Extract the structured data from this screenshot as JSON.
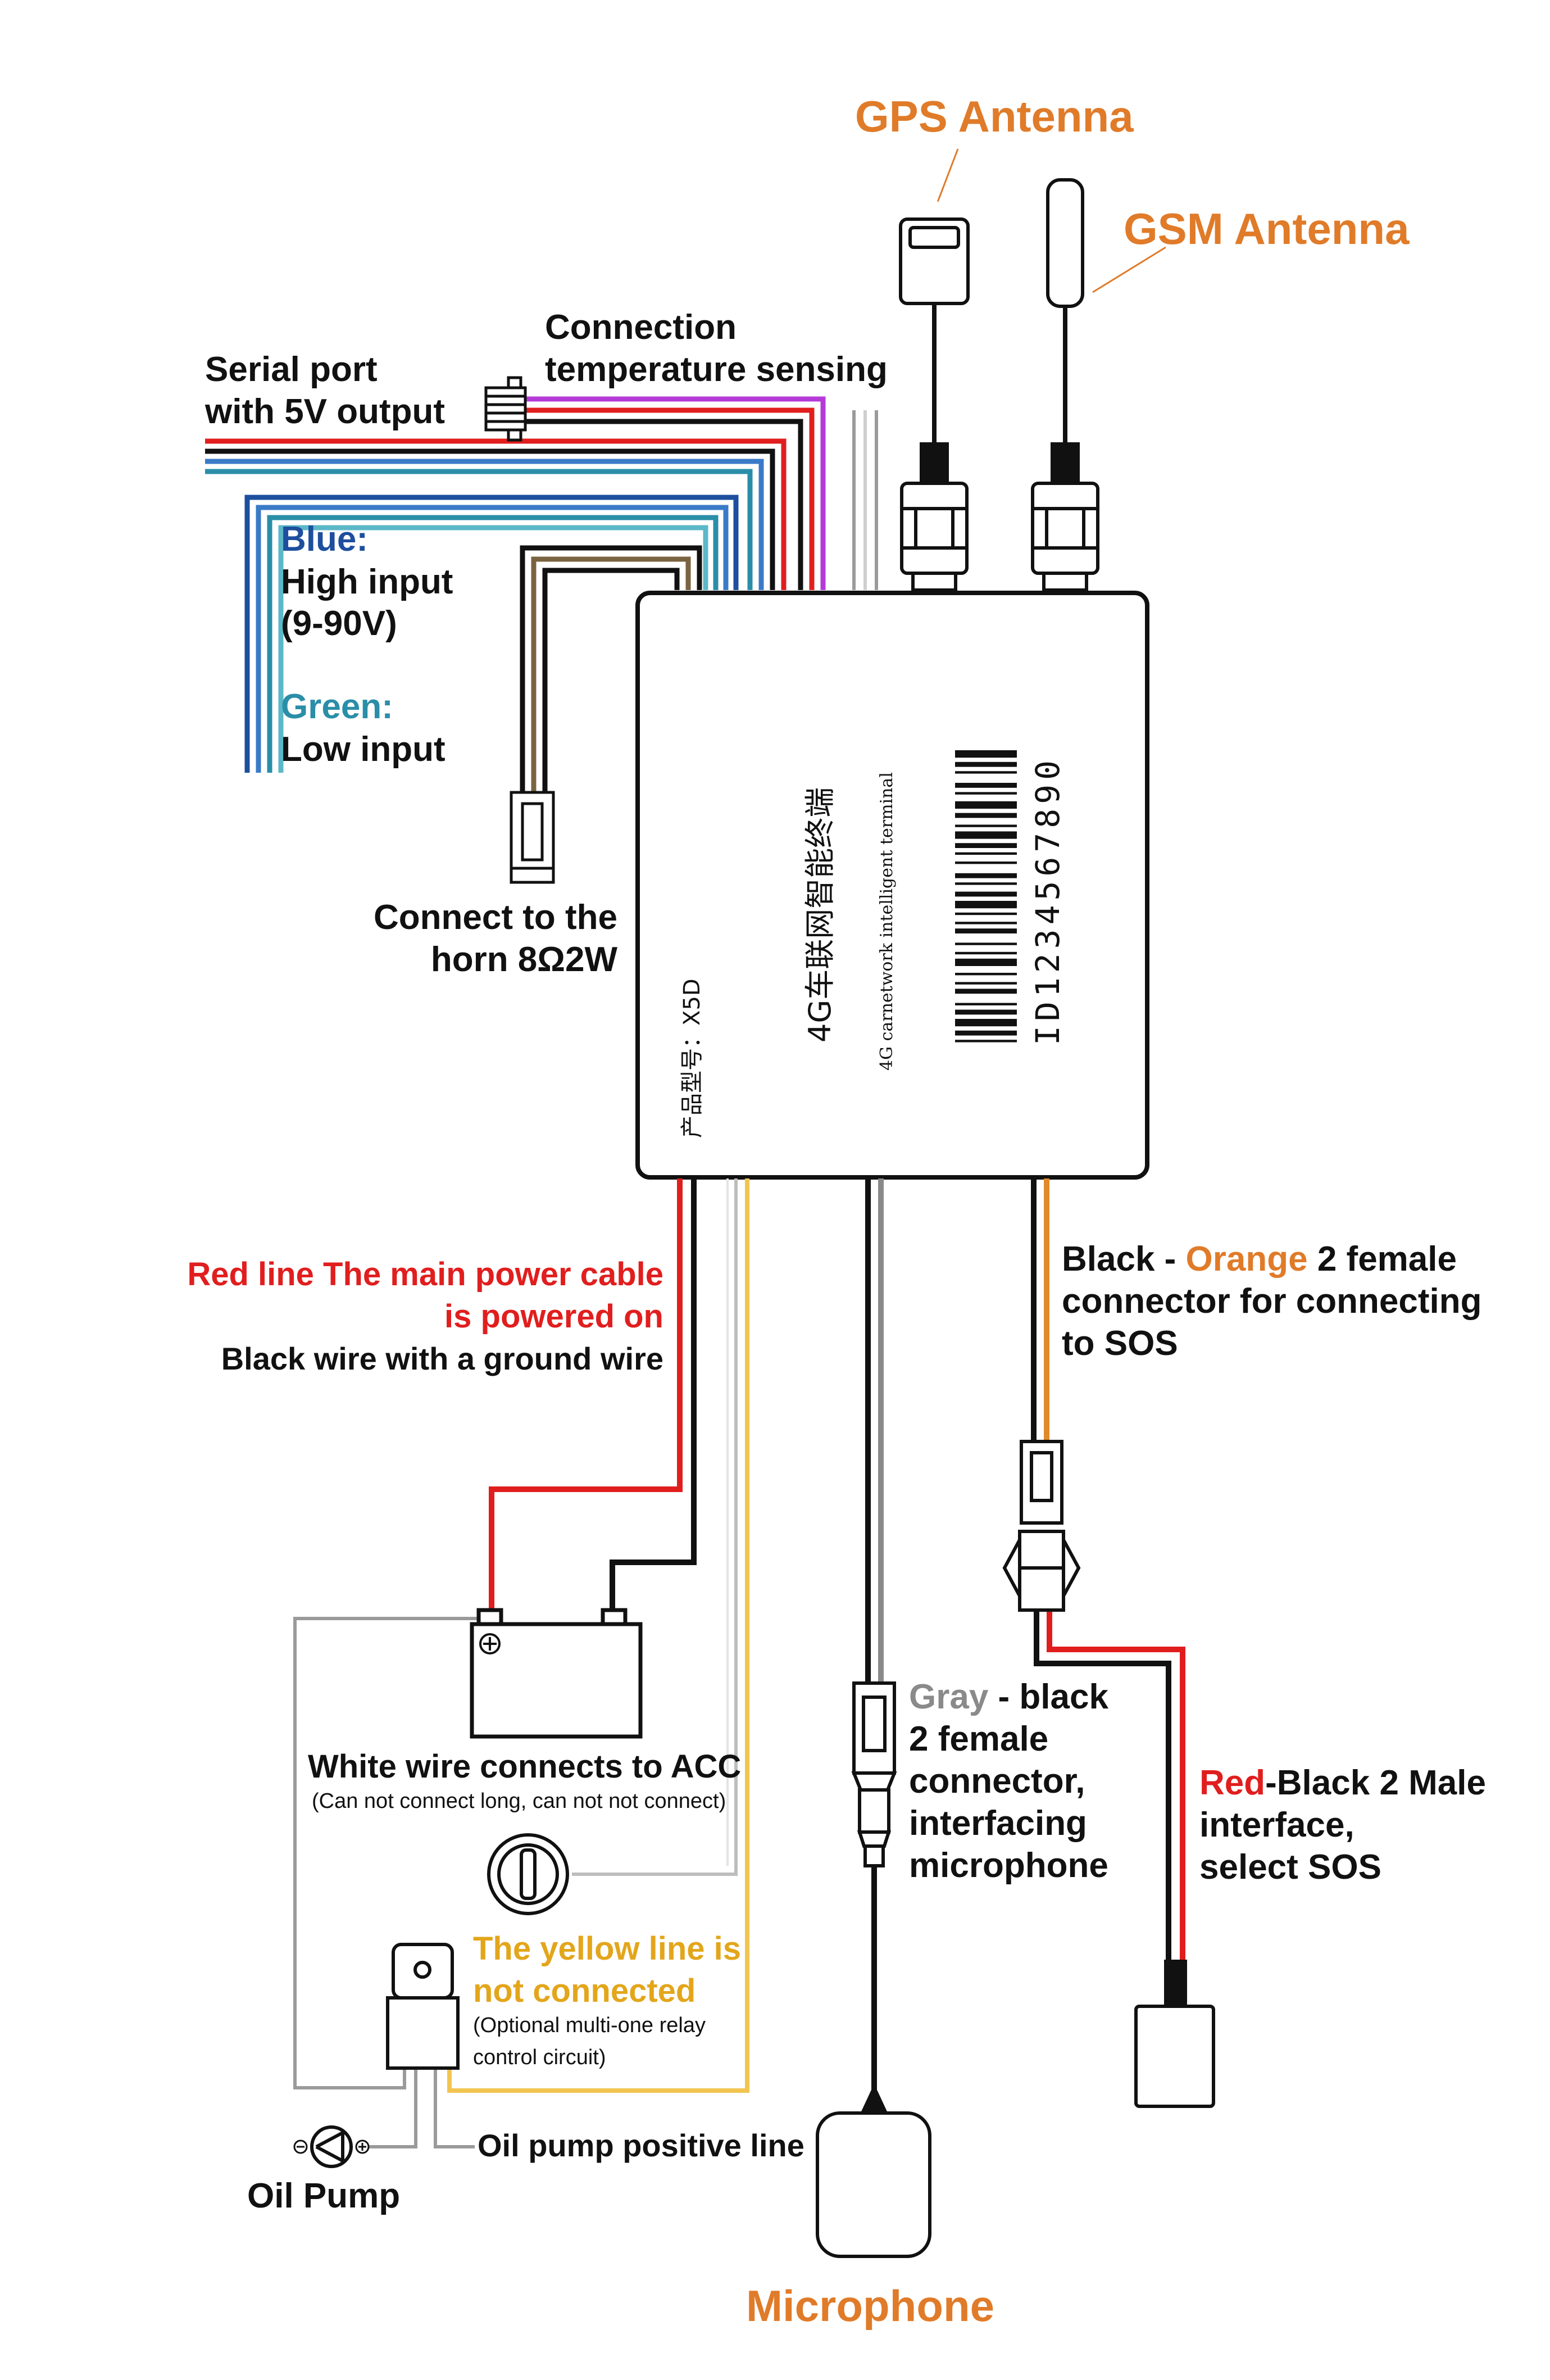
{
  "colors": {
    "orange": "#e07b29",
    "red": "#e11e1e",
    "blue": "#1d4f9e",
    "teal": "#2a8ea8",
    "gray": "#8a8a8a",
    "gold": "#e3a61b",
    "purple": "#b43bd8",
    "brown": "#7a6340",
    "black": "#111111"
  },
  "labels": {
    "gps_antenna": "GPS Antenna",
    "gsm_antenna": "GSM Antenna",
    "temp_line1": "Connection",
    "temp_line2": "temperature sensing",
    "serial_line1": "Serial port",
    "serial_line2": "with 5V output",
    "blue_title": "Blue:",
    "blue_line1": "High input",
    "blue_line2": "(9-90V)",
    "green_title": "Green:",
    "green_line1": "Low input",
    "horn_line1": "Connect to the",
    "horn_line2": "horn 8Ω2W",
    "power_line1": "Red line The main power cable",
    "power_line2": "is powered on",
    "ground_line": "Black wire with a ground wire",
    "sos_black": "Black - ",
    "sos_orange": "Orange",
    "sos_rest1": " 2 female",
    "sos_line2": "connector for connecting",
    "sos_line3": "to SOS",
    "acc_line1": "White wire connects to ACC",
    "acc_line2": "(Can not connect long, can not not connect)",
    "mic_gray": "Gray",
    "mic_rest1": " - black",
    "mic_line2": "2 female",
    "mic_line3": "connector,",
    "mic_line4": "interfacing",
    "mic_line5": "microphone",
    "sosbtn_red": "Red",
    "sosbtn_rest1": "-Black 2 Male",
    "sosbtn_line2": "interface,",
    "sosbtn_line3": "select SOS",
    "yellow_line1": "The yellow line is",
    "yellow_line2": "not connected",
    "relay_line1": "(Optional multi-one relay",
    "relay_line2": "control circuit)",
    "oil_positive": "Oil pump positive line",
    "oil_pump": "Oil Pump",
    "microphone": "Microphone"
  },
  "device": {
    "title_cn": "4G车联网智能终端",
    "title_en": "4G carnetwork intelligent terminal",
    "model": "产品型号：X5D",
    "id": "ID1234567890"
  },
  "symbols": {
    "battery_plus": "⊕",
    "pump_minus": "⊖",
    "pump_plus": "⊕"
  }
}
